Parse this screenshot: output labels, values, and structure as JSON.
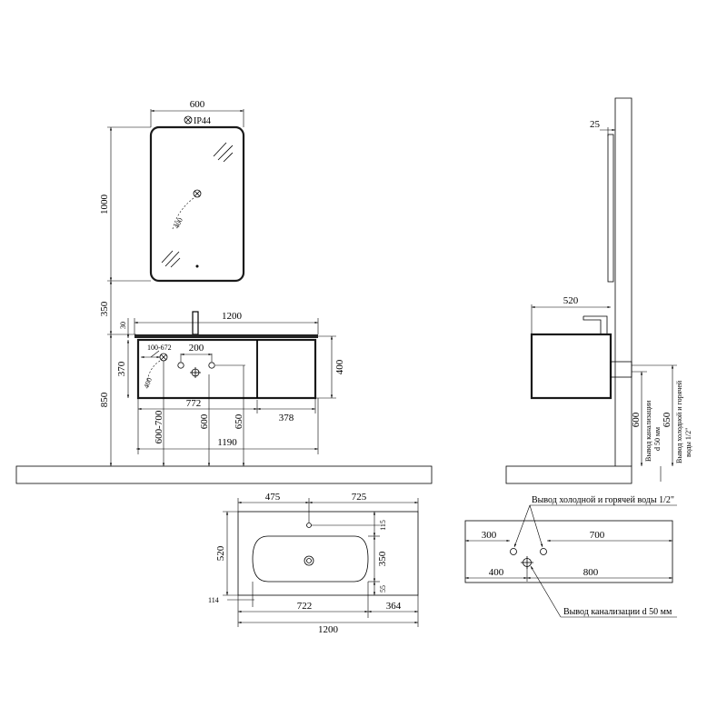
{
  "front_view": {
    "mirror_width": "600",
    "mirror_height": "1000",
    "ip_rating": "IP44",
    "switch_reach": "400",
    "gap_to_mirror": "350",
    "counter_thickness": "30",
    "total_width": "1200",
    "drawer_height": "370",
    "cabinet_height": "400",
    "install_height": "850",
    "left_section_width": "772",
    "right_section_width": "378",
    "pipe_offset_range": "100-672",
    "water_spacing": "200",
    "side_reach": "400",
    "outlet_height_range": "600-700",
    "drain_height": "600",
    "water_height": "650",
    "cabinet_width": "1190"
  },
  "side_view": {
    "mirror_depth": "25",
    "cabinet_depth": "520",
    "drain_height": "600",
    "water_height": "650",
    "drain_label_line1": "Вывод канализации",
    "drain_label_line2": "d 50 мм",
    "water_label_line1": "Вывод холодной и горячей",
    "water_label_line2": "воды 1/2\""
  },
  "top_view": {
    "tap_offset_left": "475",
    "tap_offset_right": "725",
    "depth": "520",
    "tap_to_back": "115",
    "basin_depth": "350",
    "front_margin": "55",
    "left_margin": "114",
    "basin_length": "722",
    "right_margin": "364",
    "total_width": "1200"
  },
  "wall_plan": {
    "water_label": "Вывод холодной и горячей воды 1/2\"",
    "drain_label": "Вывод канализации d 50 мм",
    "left_water": "300",
    "right_water": "700",
    "left_drain": "400",
    "right_drain": "800"
  }
}
